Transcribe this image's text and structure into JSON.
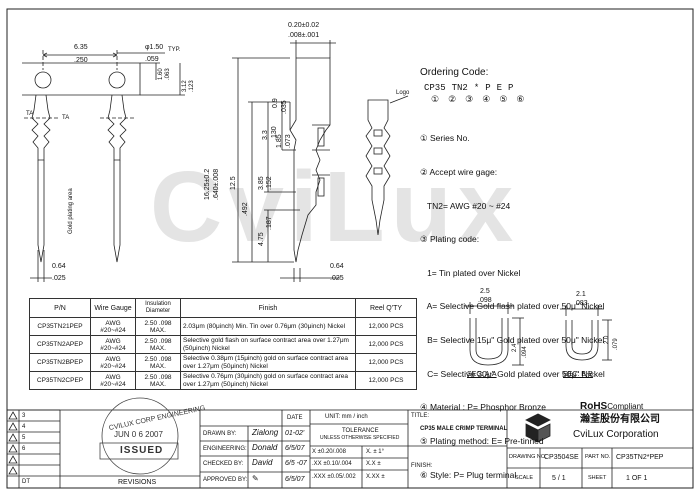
{
  "watermark": "CviLux",
  "dims": {
    "top_left_a": "6.35",
    "top_left_b": ".250",
    "hole_a": "φ1.50",
    "hole_b": ".059",
    "hole_typ": "TYP.",
    "right_a": "1.60",
    "right_b": ".063",
    "right_c": "3.12",
    "right_d": ".123",
    "tab_a": "TA",
    "tab_b": "TA",
    "plating_label": "Gold plating area",
    "bottom_a": "0.64",
    "bottom_b": ".025",
    "thick_a": "0.20±0.02",
    "thick_b": ".008±.001",
    "len_a": "16.25±0.2",
    "len_b": ".640±.008",
    "h1_a": "12.5",
    "h1_b": ".492",
    "h2_a": "3.85",
    "h2_b": ".152",
    "h3_a": "4.75",
    "h3_b": ".187",
    "h4_a": "3.3",
    "h4_b": ".130",
    "h5_a": "1.85",
    "h5_b": ".073",
    "h6_a": "0.9",
    "h6_b": ".035",
    "side_bottom_a": "0.64",
    "side_bottom_b": ".025",
    "logo": "Logo"
  },
  "ordering": {
    "title": "Ordering Code:",
    "code": [
      "CP35",
      "TN2",
      "*",
      "P",
      "E",
      "P"
    ],
    "nums": [
      "①",
      "②",
      "③",
      "④",
      "⑤",
      "⑥"
    ],
    "lines": [
      "① Series No.",
      "② Accept wire gage:",
      "   TN2= AWG #20 ~ #24",
      "③ Plating code:",
      "   1= Tin plated over Nickel",
      "   A= Selective Gold flash plated over 50μ\" Nickel",
      "   B= Selective 15μ\" Gold plated over 50μ\" Nickel",
      "   C= Selective 30μ\" Gold plated over 50μ\" Nickel",
      "④ Material : P= Phosphor Bronze",
      "⑤ Plating method: E= Pre-tinned",
      "⑥ Style: P= Plug terminal"
    ]
  },
  "table": {
    "headers": [
      "P/N",
      "Wire Gauge",
      "Insulation Diameter",
      "Finish",
      "Reel Q'TY"
    ],
    "rows": [
      {
        "pn": "CP35TN21PEP",
        "awg": "AWG #20~#24",
        "ins": "2.50 .098 MAX.",
        "finish": "2.03μm (80μinch) Min. Tin over 0.76μm (30μinch) Nickel",
        "qty": "12,000 PCS"
      },
      {
        "pn": "CP35TN2APEP",
        "awg": "AWG #20~#24",
        "ins": "2.50 .098 MAX.",
        "finish": "Selective gold flash on surface contract area over 1.27μm (50μinch) Nickel",
        "qty": "12,000 PCS"
      },
      {
        "pn": "CP35TN2BPEP",
        "awg": "AWG #20~#24",
        "ins": "2.50 .098 MAX.",
        "finish": "Selective 0.38μm (15μinch) gold on surface contract area over 1.27μm (50μinch) Nickel",
        "qty": "12,000 PCS"
      },
      {
        "pn": "CP35TN2CPEP",
        "awg": "AWG #20~#24",
        "ins": "2.50 .098 MAX.",
        "finish": "Selective 0.76μm (30μinch) gold on surface contract area over 1.27μm (50μinch) Nickel",
        "qty": "12,000 PCS"
      }
    ]
  },
  "sections": {
    "a_w_a": "2.5",
    "a_w_b": ".098",
    "a_h_a": "2.4",
    "a_h_b": ".094",
    "a_label": "SEC: A-A",
    "b_w_a": "2.1",
    "b_w_b": ".083",
    "b_h_a": "2.0",
    "b_h_b": ".079",
    "b_label": "SEC: B-B"
  },
  "titleblock": {
    "rohs": "RoHS",
    "compliant": "Compliant",
    "stamp_top": "CVILUX CORP ENGINEERING",
    "stamp_date": "JUN 0 6 2007",
    "stamp_issued": "ISSUED",
    "date_label": "DATE",
    "drawn_label": "DRAWN BY:",
    "drawn_name": "Zialong",
    "drawn_date": "01-02'",
    "eng_label": "ENGINEERING:",
    "eng_name": "Donald",
    "eng_date": "6/5/07",
    "checked_label": "CHECKED BY:",
    "checked_name": "David",
    "checked_date": "6/5 -07",
    "approved_label": "APPROVED BY:",
    "approved_date": "6/5/07",
    "unit": "UNIT:    mm / inch",
    "tolerance": "TOLERANCE",
    "tolerance_sub": "UNLESS OTHERWISE SPECIFIED",
    "tol1a": "X  ±0.20/.008",
    "tol1b": "X.  ± 1°",
    "tol2a": ".XX  ±0.10/.004",
    "tol2b": "X.X  ±",
    "tol3a": ".XXX  ±0.05/.002",
    "tol3b": "X.XX  ±",
    "title_label": "TITLE:",
    "title": "CP35 MALE CRIMP TERMINAL",
    "finish_label": "FINISH:",
    "company_cn": "瀚荃股份有限公司",
    "company_en": "CviLux  Corporation",
    "drawing_no_label": "DRAWING NO.",
    "drawing_no": "CP3504SE",
    "part_no_label": "PART NO.",
    "part_no": "CP35TN2*PEP",
    "scale_label": "SCALE",
    "scale": "5 / 1",
    "sheet_label": "SHEET",
    "sheet": "1    OF    1",
    "revisions": "REVISIONS",
    "dt": "DT",
    "rev_rows": [
      "3",
      "4",
      "5",
      "6"
    ]
  }
}
